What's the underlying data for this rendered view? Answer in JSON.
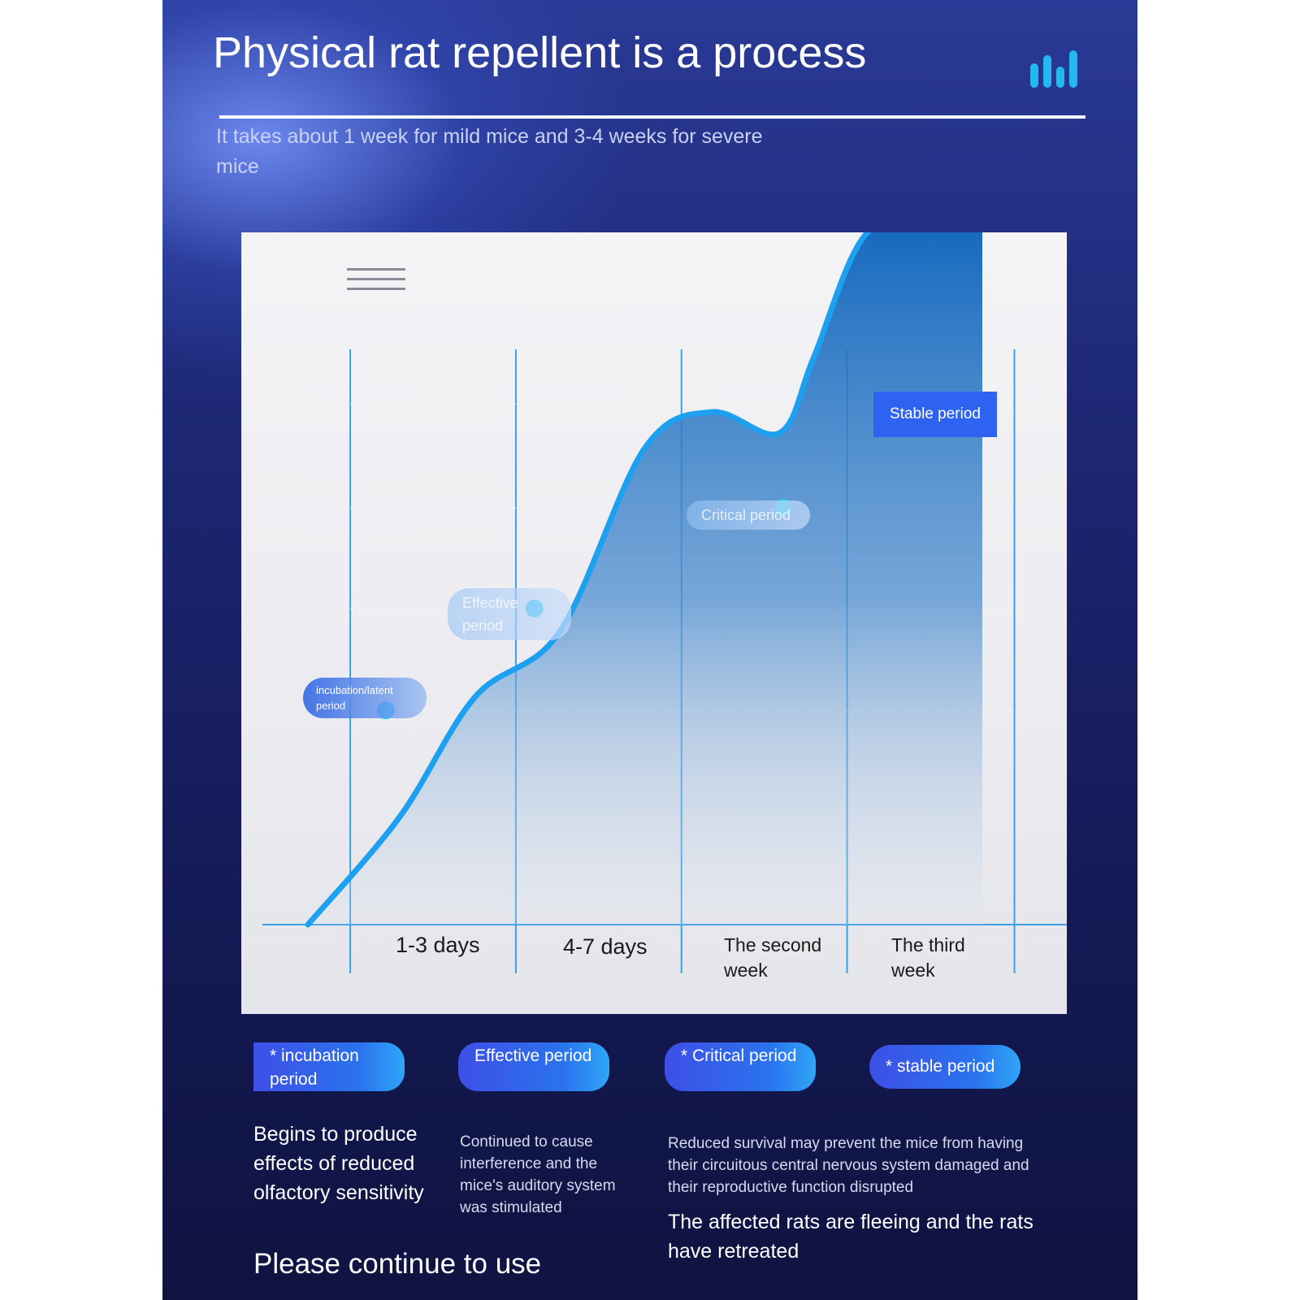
{
  "header": {
    "title": "Physical rat repellent is a process",
    "subtitle": "It takes about 1 week for mild mice and 3-4 weeks for severe mice"
  },
  "icons": {
    "top_right": "bar-chart-icon",
    "chart_menu": "menu-icon"
  },
  "colors": {
    "accent": "#22b8f0",
    "curve": "#1ea0f0",
    "box": "#2d63f0",
    "background": "#1c2672"
  },
  "chart_data": {
    "type": "area",
    "categories": [
      "1-3 days",
      "4-7 days",
      "The second week",
      "The third week"
    ],
    "x": [
      0,
      0.55,
      1.0,
      1.5,
      2.0,
      2.4,
      2.8,
      3.0,
      3.3,
      3.7,
      4.0
    ],
    "values": [
      0,
      1.02,
      2.17,
      2.79,
      4.53,
      4.88,
      4.68,
      5.39,
      6.55,
      6.84,
      6.84
    ],
    "markers": [
      {
        "x": 0.47,
        "y": 2.04
      },
      {
        "x": 1.35,
        "y": 3.01
      },
      {
        "x": 2.82,
        "y": 3.97
      },
      {
        "x": 3.42,
        "y": 4.96
      }
    ],
    "annotations": [
      {
        "label": "incubation/latent period"
      },
      {
        "label": "Effective period"
      },
      {
        "label": "Critical period"
      },
      {
        "label": "Stable period"
      }
    ],
    "grid": true,
    "ylim": [
      0,
      5.6
    ]
  },
  "periods": [
    {
      "tag": "* incubation period",
      "description": "Begins to produce effects of reduced olfactory sensitivity"
    },
    {
      "tag": "Effective period",
      "description": "Continued to cause interference and the mice's auditory system was stimulated"
    },
    {
      "tag": "* Critical period",
      "description": "Reduced survival may prevent the mice from having their circuitous central nervous system damaged and their reproductive function disrupted"
    },
    {
      "tag": "* stable period",
      "description": "The affected rats are fleeing and the rats have retreated"
    }
  ],
  "footer": {
    "call_to_action": "Please continue to use"
  }
}
